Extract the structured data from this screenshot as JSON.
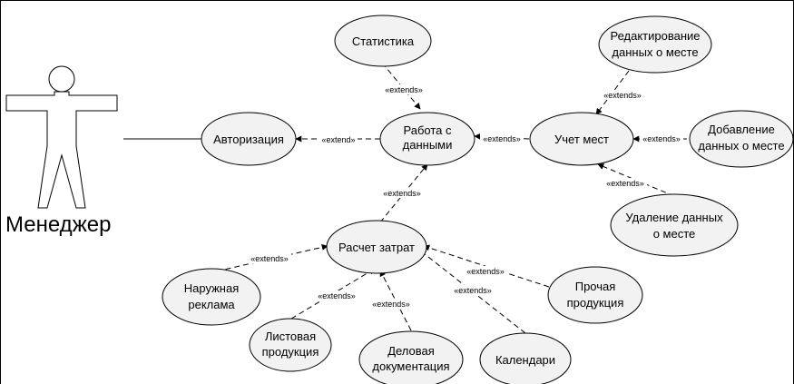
{
  "actor": {
    "name": "Менеджер"
  },
  "use_cases": {
    "statistika": [
      "Статистика"
    ],
    "avtorizatsiya": [
      "Авторизация"
    ],
    "rabota": [
      "Работа с",
      "данными"
    ],
    "uchet": [
      "Учет мест"
    ],
    "redakt": [
      "Редактирование",
      "данных о месте"
    ],
    "dobavl": [
      "Добавление",
      "данных о месте"
    ],
    "udalen": [
      "Удаление данных",
      "о месте"
    ],
    "raschet": [
      "Расчет затрат"
    ],
    "naruzh": [
      "Наружная",
      "реклама"
    ],
    "listov": [
      "Листовая",
      "продукция"
    ],
    "delov": [
      "Деловая",
      "документация"
    ],
    "kalend": [
      "Календари"
    ],
    "prochaya": [
      "Прочая",
      "продукция"
    ]
  },
  "stereotypes": {
    "extend": "«extend»",
    "extends": "«extends»"
  }
}
